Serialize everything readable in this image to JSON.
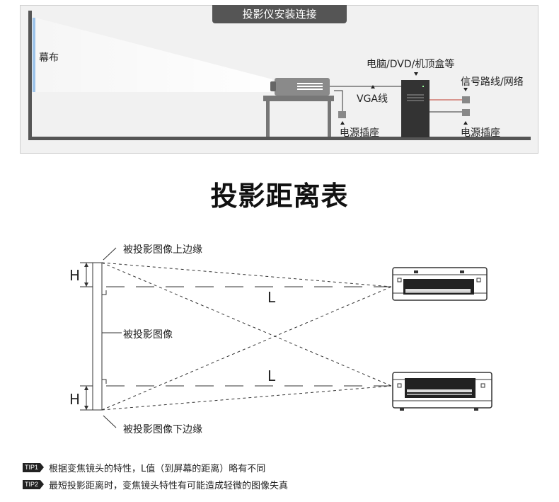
{
  "install": {
    "title": "投影仪安装连接",
    "screen_label": "幕布",
    "device_label": "电脑/DVD/机顶盒等",
    "signal_label": "信号路线/网络",
    "vga_label": "VGA线",
    "power_label_left": "电源插座",
    "power_label_right": "电源插座"
  },
  "distance": {
    "title": "投影距离表",
    "top_edge_label": "被投影图像上边缘",
    "image_label": "被投影图像",
    "bottom_edge_label": "被投影图像下边缘",
    "h_top": "H",
    "h_bottom": "H",
    "l_top": "L",
    "l_bottom": "L"
  },
  "tips": [
    {
      "badge": "TIP1",
      "text": "根据变焦镜头的特性，L值（到屏幕的距离）略有不同"
    },
    {
      "badge": "TIP2",
      "text": "最短投影距离时，变焦镜头特性有可能造成轻微的图像失真"
    }
  ],
  "colors": {
    "panel_bg": "#f1f1f1",
    "wall": "#555555",
    "screen": "#9cc3ea",
    "signal_line": "#c0392b"
  }
}
